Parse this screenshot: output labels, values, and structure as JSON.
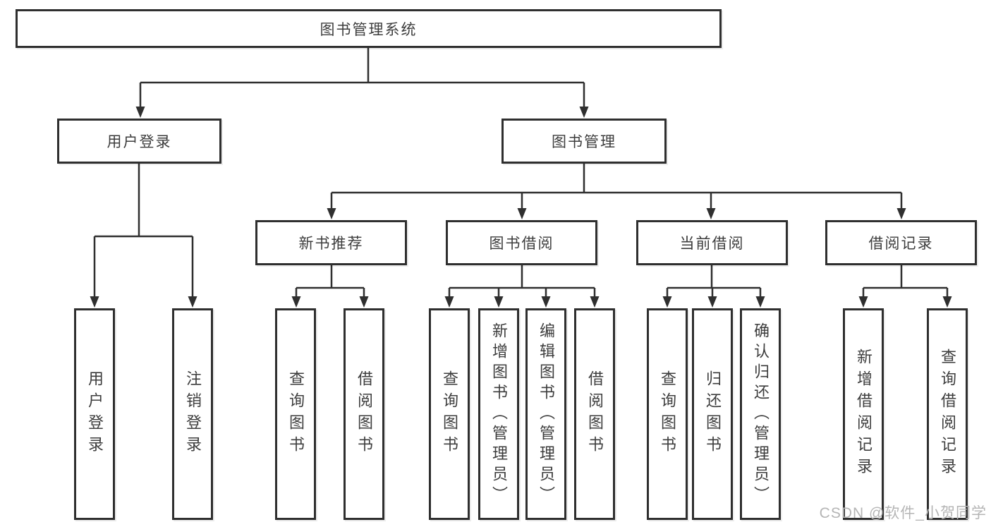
{
  "diagram": {
    "root": {
      "label": "图书管理系统"
    },
    "branches": [
      {
        "label": "用户登录",
        "children": [
          {
            "label": "用户登录"
          },
          {
            "label": "注销登录"
          }
        ]
      },
      {
        "label": "图书管理",
        "children": [
          {
            "label": "新书推荐",
            "children": [
              {
                "label": "查询图书"
              },
              {
                "label": "借阅图书"
              }
            ]
          },
          {
            "label": "图书借阅",
            "children": [
              {
                "label": "查询图书"
              },
              {
                "label": "新增图书（管理员）"
              },
              {
                "label": "编辑图书（管理员）"
              },
              {
                "label": "借阅图书"
              }
            ]
          },
          {
            "label": "当前借阅",
            "children": [
              {
                "label": "查询图书"
              },
              {
                "label": "归还图书"
              },
              {
                "label": "确认归还（管理员）"
              }
            ]
          },
          {
            "label": "借阅记录",
            "children": [
              {
                "label": "新增借阅记录"
              },
              {
                "label": "查询借阅记录"
              }
            ]
          }
        ]
      }
    ]
  },
  "watermark": {
    "text": "CSDN @软件_小贺同学"
  },
  "colors": {
    "line": "#2f2f2f",
    "text": "#3d3d3d",
    "watermark": "#b5b5b5",
    "background": "#ffffff"
  }
}
